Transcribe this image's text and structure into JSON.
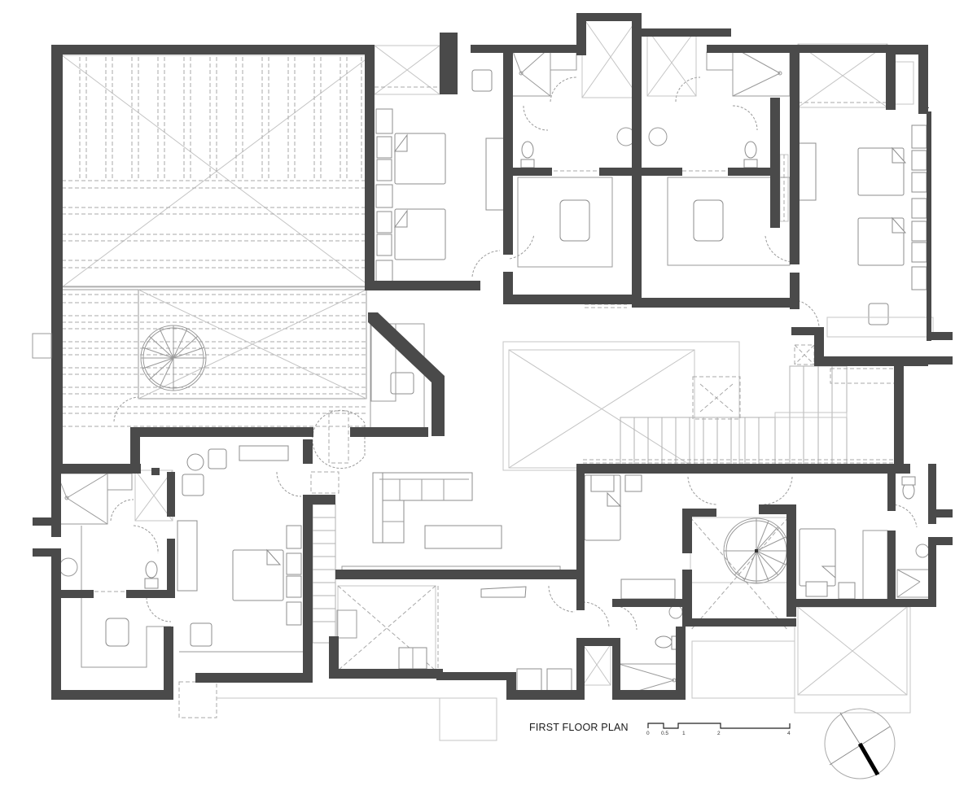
{
  "drawing": {
    "title": "FIRST FLOOR PLAN",
    "type": "architectural floor plan",
    "wall_color": "#4a4a4a",
    "line_color": "#9a9a9a",
    "background": "#ffffff"
  },
  "scale_bar": {
    "ticks": [
      "0",
      "0.5",
      "1",
      "2",
      "4"
    ]
  },
  "north_arrow": {
    "type": "circle with crossing lines and heavy pointer to lower-right"
  },
  "spaces": [
    {
      "name": "double-height void with skylight",
      "features": [
        "roof beams (dashed)",
        "spiral staircase"
      ]
    },
    {
      "name": "twin bedroom north",
      "features": [
        "two single beds",
        "armchair",
        "desk",
        "light well"
      ]
    },
    {
      "name": "ensuite bathroom A",
      "features": [
        "shower",
        "WC",
        "basin"
      ]
    },
    {
      "name": "ensuite bathroom B",
      "features": [
        "shower",
        "WC",
        "basin"
      ]
    },
    {
      "name": "dressing room A",
      "features": [
        "ottoman"
      ]
    },
    {
      "name": "dressing room B",
      "features": [
        "ottoman"
      ]
    },
    {
      "name": "twin bedroom east",
      "features": [
        "two single beds",
        "armchair",
        "desk",
        "light well"
      ]
    },
    {
      "name": "study nook",
      "features": [
        "armchair"
      ]
    },
    {
      "name": "living area",
      "features": [
        "L-shaped sofa",
        "coffee table",
        "skylight void"
      ]
    },
    {
      "name": "main staircase",
      "features": [
        "straight flights"
      ]
    },
    {
      "name": "master bedroom west",
      "features": [
        "double bed",
        "armchairs",
        "side table"
      ]
    },
    {
      "name": "master bathroom",
      "features": [
        "shower",
        "WC",
        "basin"
      ]
    },
    {
      "name": "walk-in closet",
      "features": [
        "ottoman"
      ]
    },
    {
      "name": "laundry / utility",
      "features": [
        "sink",
        "ironing board"
      ]
    },
    {
      "name": "bedroom southeast",
      "features": [
        "single bed",
        "desk"
      ]
    },
    {
      "name": "spiral stair hall",
      "features": [
        "spiral staircase"
      ]
    },
    {
      "name": "bedroom east small",
      "features": [
        "single bed",
        "desk"
      ]
    },
    {
      "name": "shower room",
      "features": [
        "WC",
        "basin",
        "shower"
      ]
    },
    {
      "name": "terrace",
      "features": [
        "open to below"
      ]
    }
  ]
}
